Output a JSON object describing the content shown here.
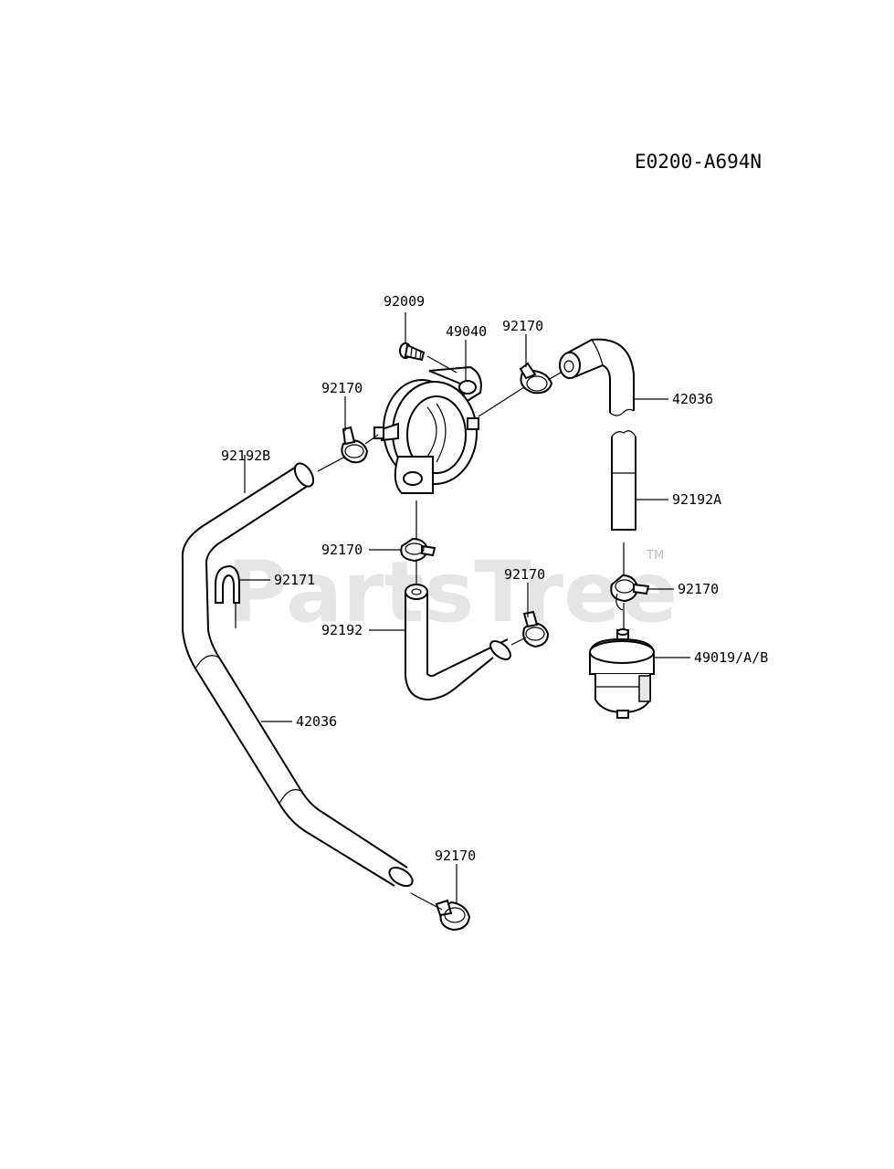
{
  "diagram": {
    "code": "E0200-A694N",
    "watermark": "PartsTree",
    "trademark": "TM"
  },
  "labels": {
    "p92009": "92009",
    "p49040": "49040",
    "p92170_top": "92170",
    "p42036_top": "42036",
    "p92170_left": "92170",
    "p92192B": "92192B",
    "p92192A": "92192A",
    "p92170_mid": "92170",
    "p92171": "92171",
    "p92170_center": "92170",
    "p92170_right": "92170",
    "p92192": "92192",
    "p49019": "49019/A/B",
    "p42036_bottom": "42036",
    "p92170_bottom": "92170"
  }
}
